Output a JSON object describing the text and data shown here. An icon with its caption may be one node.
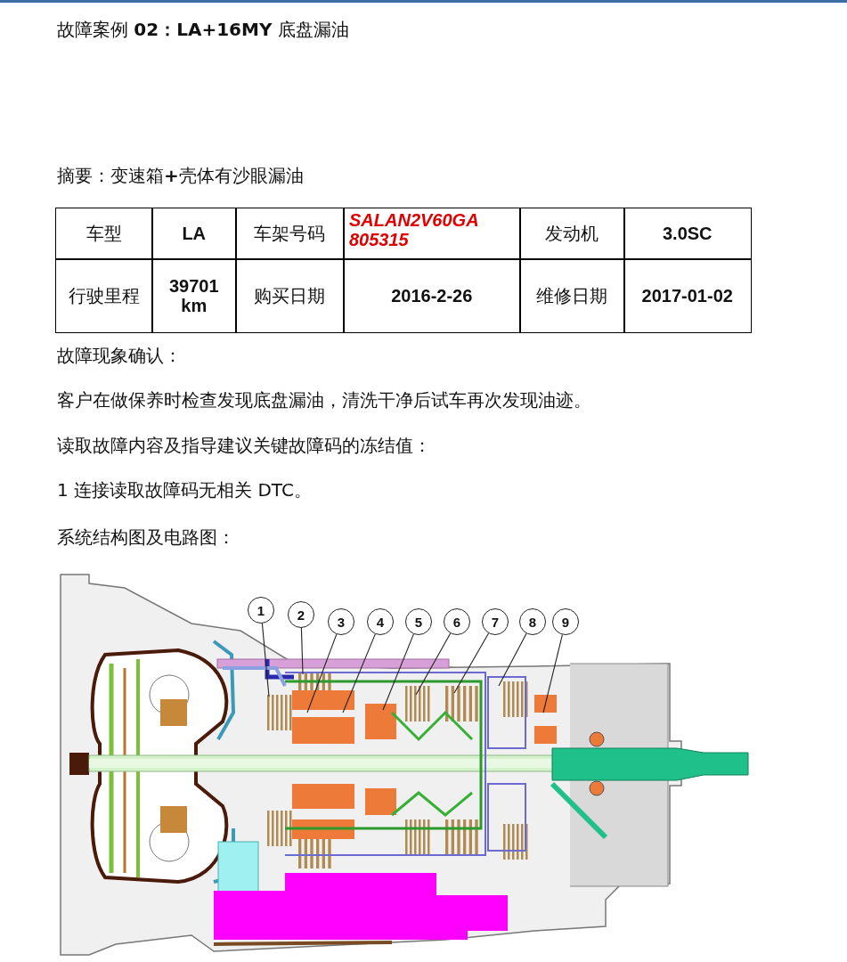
{
  "diagram": {
    "title": "故障案例 **02：LA+16MY** 底盘漏油",
    "nodes": [
      {
        "text": [
          "1"
        ]
      },
      {
        "text": [
          "2"
        ]
      },
      {
        "text": [
          "3"
        ]
      },
      {
        "text": [
          "4"
        ]
      },
      {
        "text": [
          "5"
        ]
      },
      {
        "text": [
          "6"
        ]
      },
      {
        "text": [
          "7"
        ]
      },
      {
        "text": [
          "8"
        ]
      },
      {
        "text": [
          "9"
        ]
      }
    ],
    "edges": [
      {
        "from": 0,
        "to": null,
        "arrow": "none"
      },
      {
        "from": 1,
        "to": null,
        "arrow": "none"
      },
      {
        "from": 2,
        "to": null,
        "arrow": "none"
      },
      {
        "from": 3,
        "to": null,
        "arrow": "none"
      },
      {
        "from": 4,
        "to": null,
        "arrow": "none"
      },
      {
        "from": 5,
        "to": null,
        "arrow": "none"
      },
      {
        "from": 6,
        "to": null,
        "arrow": "none"
      },
      {
        "from": 7,
        "to": null,
        "arrow": "none"
      },
      {
        "from": 8,
        "to": null,
        "arrow": "none"
      }
    ],
    "labels": [
      "摘要：变速箱**+**壳体有沙眼漏油",
      "车型",
      "LA",
      "车架号码",
      "SALAN2V60GA 805315",
      "发动机",
      "3.0SC",
      "行驶里程",
      "39701 km",
      "购买日期",
      "2016-2-26",
      "维修日期",
      "2017-01-02",
      "故障现象确认：",
      "客户在做保养时检查发现底盘漏油，清洗干净后试车再次发现油迹。",
      "读取故障内容及指导建议关键故障码的冻结值：",
      "1 连接读取故障码无相关 DTC。",
      "系统结构图及电路图："
    ]
  }
}
